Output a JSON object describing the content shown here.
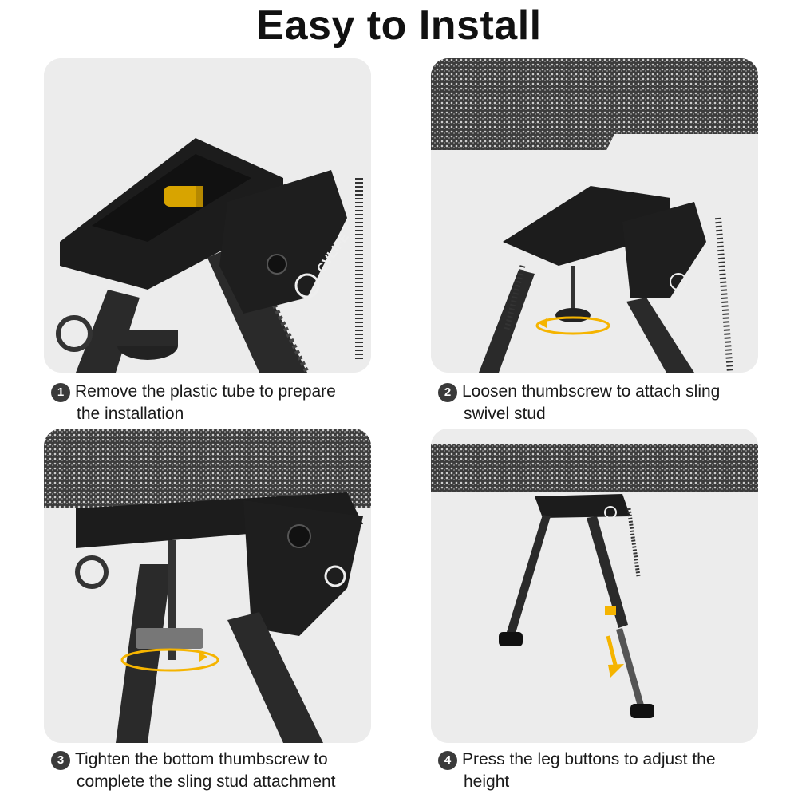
{
  "title": "Easy to Install",
  "brand": "CVLIFE",
  "colors": {
    "panel_bg": "#e9e9e9",
    "accent": "#f5b400",
    "metal": "#1e1e1e",
    "carbon": "#2c2c2c"
  },
  "steps": [
    {
      "number": "1",
      "line1": "Remove the plastic tube to prepare",
      "line2": "the installation"
    },
    {
      "number": "2",
      "line1": "Loosen thumbscrew to attach sling",
      "line2": "swivel stud"
    },
    {
      "number": "3",
      "line1": "Tighten the bottom thumbscrew to",
      "line2": "complete the sling stud attachment"
    },
    {
      "number": "4",
      "line1": "Press the leg buttons to adjust the",
      "line2": "height"
    }
  ]
}
